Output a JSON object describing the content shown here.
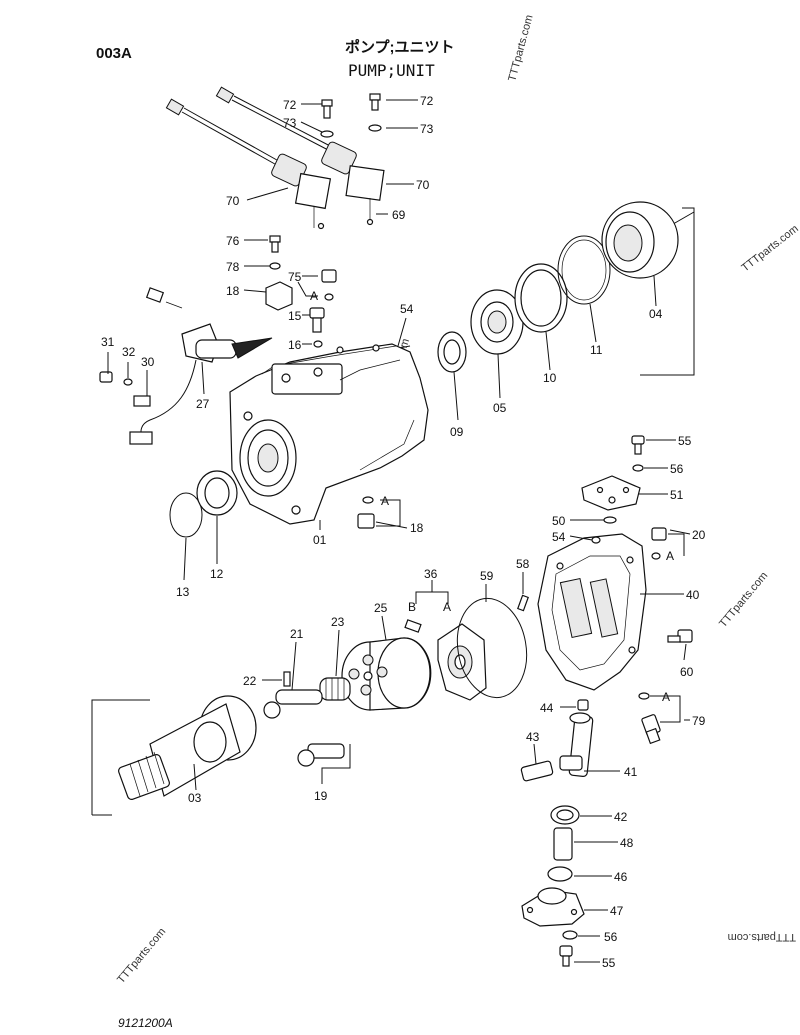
{
  "header": {
    "code": "003A",
    "title_jp": "ポンプ;ユニツト",
    "title_en": "PUMP;UNIT"
  },
  "footer": {
    "drawing_number": "9121200A"
  },
  "watermarks": [
    "TTTparts.com",
    "TTTparts.com",
    "TTTparts.com",
    "TTTparts.com",
    "TTTparts.com",
    "TTTparts.com"
  ],
  "sub_labels": {
    "a": "A",
    "b": "B"
  },
  "callouts": [
    "72",
    "73",
    "70",
    "72",
    "73",
    "70",
    "69",
    "76",
    "78",
    "75",
    "18",
    "15",
    "16",
    "54",
    "31",
    "32",
    "30",
    "27",
    "01",
    "13",
    "12",
    "18",
    "09",
    "05",
    "10",
    "11",
    "04",
    "55",
    "56",
    "51",
    "50",
    "54",
    "20",
    "40",
    "60",
    "79",
    "36",
    "59",
    "58",
    "25",
    "23",
    "21",
    "22",
    "03",
    "19",
    "44",
    "43",
    "41",
    "42",
    "48",
    "46",
    "47",
    "56",
    "55"
  ]
}
